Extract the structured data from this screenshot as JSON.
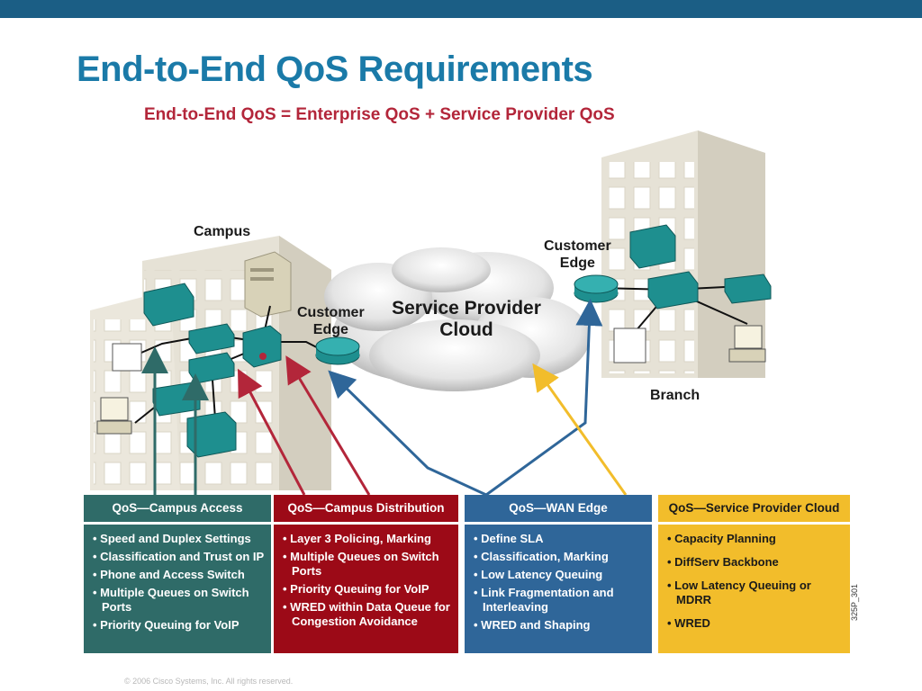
{
  "title": "End-to-End QoS Requirements",
  "subtitle": "End-to-End QoS = Enterprise QoS + Service Provider QoS",
  "labels": {
    "campus": "Campus",
    "branch": "Branch",
    "customer_edge_left_1": "Customer",
    "customer_edge_left_2": "Edge",
    "customer_edge_right_1": "Customer",
    "customer_edge_right_2": "Edge",
    "cloud_1": "Service Provider",
    "cloud_2": "Cloud"
  },
  "boxes": [
    {
      "heading": "QoS—Campus Access",
      "color": "#2f6b68",
      "items": [
        "Speed and Duplex Settings",
        "Classification and Trust on IP",
        "Phone and Access Switch",
        "Multiple Queues on Switch Ports",
        "Priority Queuing for VoIP"
      ]
    },
    {
      "heading": "QoS—Campus Distribution",
      "color": "#9c0a17",
      "items": [
        "Layer 3 Policing, Marking",
        "Multiple Queues on Switch Ports",
        "Priority Queuing for VoIP",
        "WRED within Data Queue for Congestion Avoidance"
      ]
    },
    {
      "heading": "QoS—WAN Edge",
      "color": "#2f6699",
      "items": [
        "Define SLA",
        "Classification, Marking",
        "Low Latency Queuing",
        "Link Fragmentation and Interleaving",
        "WRED and Shaping"
      ]
    },
    {
      "heading": "QoS—Service Provider Cloud",
      "color": "#f2bd2b",
      "items": [
        "Capacity Planning",
        "DiffServ Backbone",
        "Low Latency Queuing or MDRR",
        "WRED"
      ]
    }
  ],
  "code": "325P_301",
  "footer": "© 2006 Cisco Systems, Inc. All rights reserved."
}
